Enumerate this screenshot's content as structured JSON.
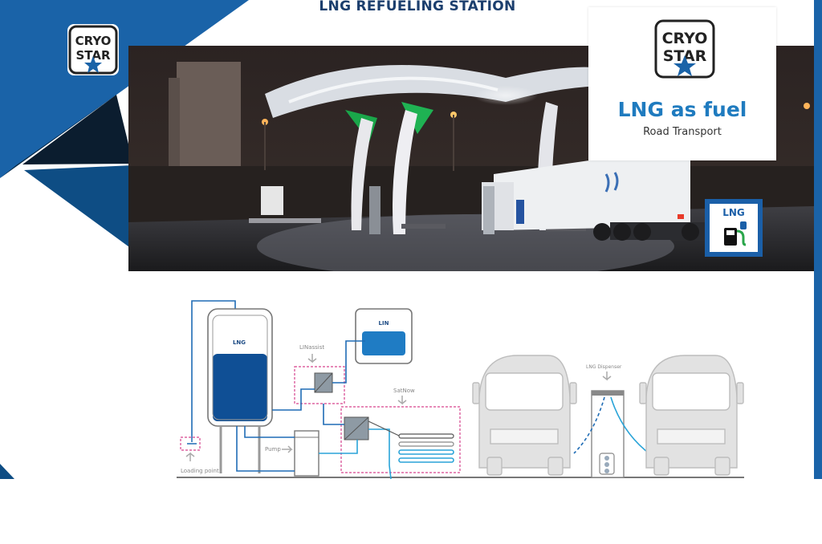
{
  "header": {
    "title": "LNG REFUELING STATION"
  },
  "brand": {
    "logo_line1": "CRYO",
    "logo_line2": "STAR",
    "headline": "LNG as fuel",
    "subline": "Road Transport"
  },
  "photo": {
    "sign_label": "LNG"
  },
  "diagram": {
    "tank_lng_label": "LNG",
    "tank_lin_label": "LIN",
    "linassist_label": "LINassist",
    "satnow_label": "SatNow",
    "pump_label": "Pump",
    "loading_point_label": "Loading point",
    "dispenser_label": "LNG Dispenser"
  },
  "colors": {
    "brand_blue": "#1a63a8",
    "dark_navy": "#0c2a44",
    "lng_blue": "#0f4f95",
    "lin_blue": "#1f7cc4",
    "pipe_cyan": "#2aa4d8",
    "magenta_dash": "#d6448e"
  },
  "icons": [
    "cryostar-logo",
    "star-icon",
    "fuel-pump-icon",
    "arrow-down-icon",
    "arrow-right-icon",
    "arrow-up-icon"
  ]
}
